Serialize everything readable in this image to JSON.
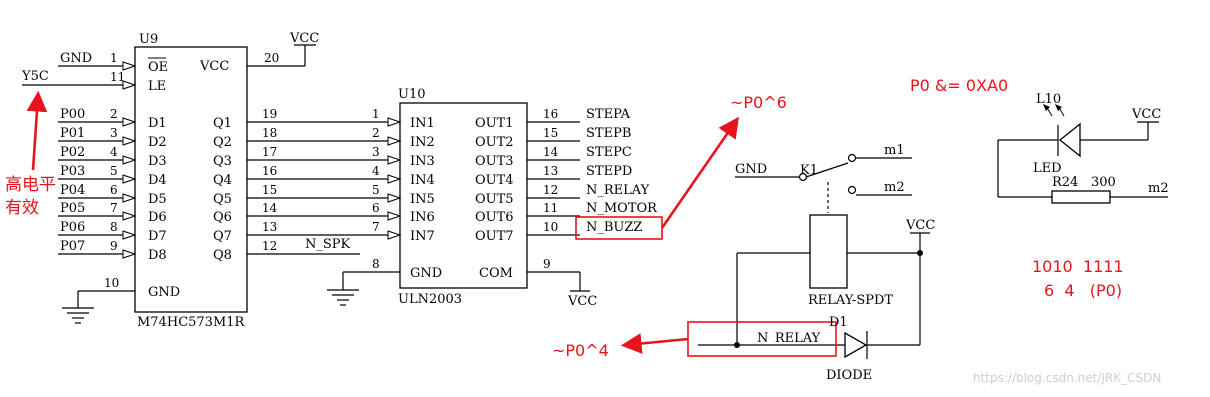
{
  "u9": {
    "ref": "U9",
    "part": "M74HC573M1R",
    "left_pins": [
      {
        "num": "1",
        "name": "OE",
        "net": "GND"
      },
      {
        "num": "11",
        "name": "LE",
        "net": "Y5C"
      },
      {
        "num": "2",
        "name": "D1",
        "net": "P00"
      },
      {
        "num": "3",
        "name": "D2",
        "net": "P01"
      },
      {
        "num": "4",
        "name": "D3",
        "net": "P02"
      },
      {
        "num": "5",
        "name": "D4",
        "net": "P03"
      },
      {
        "num": "6",
        "name": "D5",
        "net": "P04"
      },
      {
        "num": "7",
        "name": "D6",
        "net": "P05"
      },
      {
        "num": "8",
        "name": "D7",
        "net": "P06"
      },
      {
        "num": "9",
        "name": "D8",
        "net": "P07"
      }
    ],
    "right_pins": [
      {
        "num": "19",
        "name": "Q1"
      },
      {
        "num": "18",
        "name": "Q2"
      },
      {
        "num": "17",
        "name": "Q3"
      },
      {
        "num": "16",
        "name": "Q4"
      },
      {
        "num": "15",
        "name": "Q5"
      },
      {
        "num": "14",
        "name": "Q6"
      },
      {
        "num": "13",
        "name": "Q7"
      },
      {
        "num": "12",
        "name": "Q8",
        "net": "N_SPK"
      }
    ],
    "vcc_pin": {
      "num": "20",
      "name": "VCC",
      "net": "VCC"
    },
    "gnd_pin": {
      "num": "10",
      "name": "GND"
    }
  },
  "u10": {
    "ref": "U10",
    "part": "ULN2003",
    "in_pins": [
      {
        "num": "1",
        "name": "IN1"
      },
      {
        "num": "2",
        "name": "IN2"
      },
      {
        "num": "3",
        "name": "IN3"
      },
      {
        "num": "4",
        "name": "IN4"
      },
      {
        "num": "5",
        "name": "IN5"
      },
      {
        "num": "6",
        "name": "IN6"
      },
      {
        "num": "7",
        "name": "IN7"
      }
    ],
    "out_pins": [
      {
        "num": "16",
        "name": "OUT1",
        "net": "STEPA"
      },
      {
        "num": "15",
        "name": "OUT2",
        "net": "STEPB"
      },
      {
        "num": "14",
        "name": "OUT3",
        "net": "STEPC"
      },
      {
        "num": "13",
        "name": "OUT4",
        "net": "STEPD"
      },
      {
        "num": "12",
        "name": "OUT5",
        "net": "N_RELAY"
      },
      {
        "num": "11",
        "name": "OUT6",
        "net": "N_MOTOR"
      },
      {
        "num": "10",
        "name": "OUT7",
        "net": "N_BUZZ"
      }
    ],
    "gnd_pin": {
      "num": "8",
      "name": "GND"
    },
    "com_pin": {
      "num": "9",
      "name": "COM",
      "net": "VCC"
    }
  },
  "relay": {
    "ref": "K1",
    "part": "RELAY-SPDT",
    "gnd": "GND",
    "vcc": "VCC",
    "m1": "m1",
    "m2": "m2",
    "net": "N_RELAY",
    "diode_ref": "D1",
    "diode_part": "DIODE"
  },
  "led": {
    "ref": "L10",
    "part": "LED",
    "vcc": "VCC",
    "res_ref": "R24",
    "res_val": "300",
    "net": "m2"
  },
  "annotations": {
    "high_level_1": "高电平",
    "high_level_2": "有效",
    "p0_xor6": "~P0^6",
    "p0_xor4": "~P0^4",
    "p0_and": "P0 &= 0XA0",
    "bits": "1010  1111",
    "bit_positions": "6  4   (P0)"
  },
  "colors": {
    "annotation": "#e8141c",
    "watermark": "#cfcfcf"
  },
  "watermark": "https://blog.csdn.net/JRK_CSDN"
}
